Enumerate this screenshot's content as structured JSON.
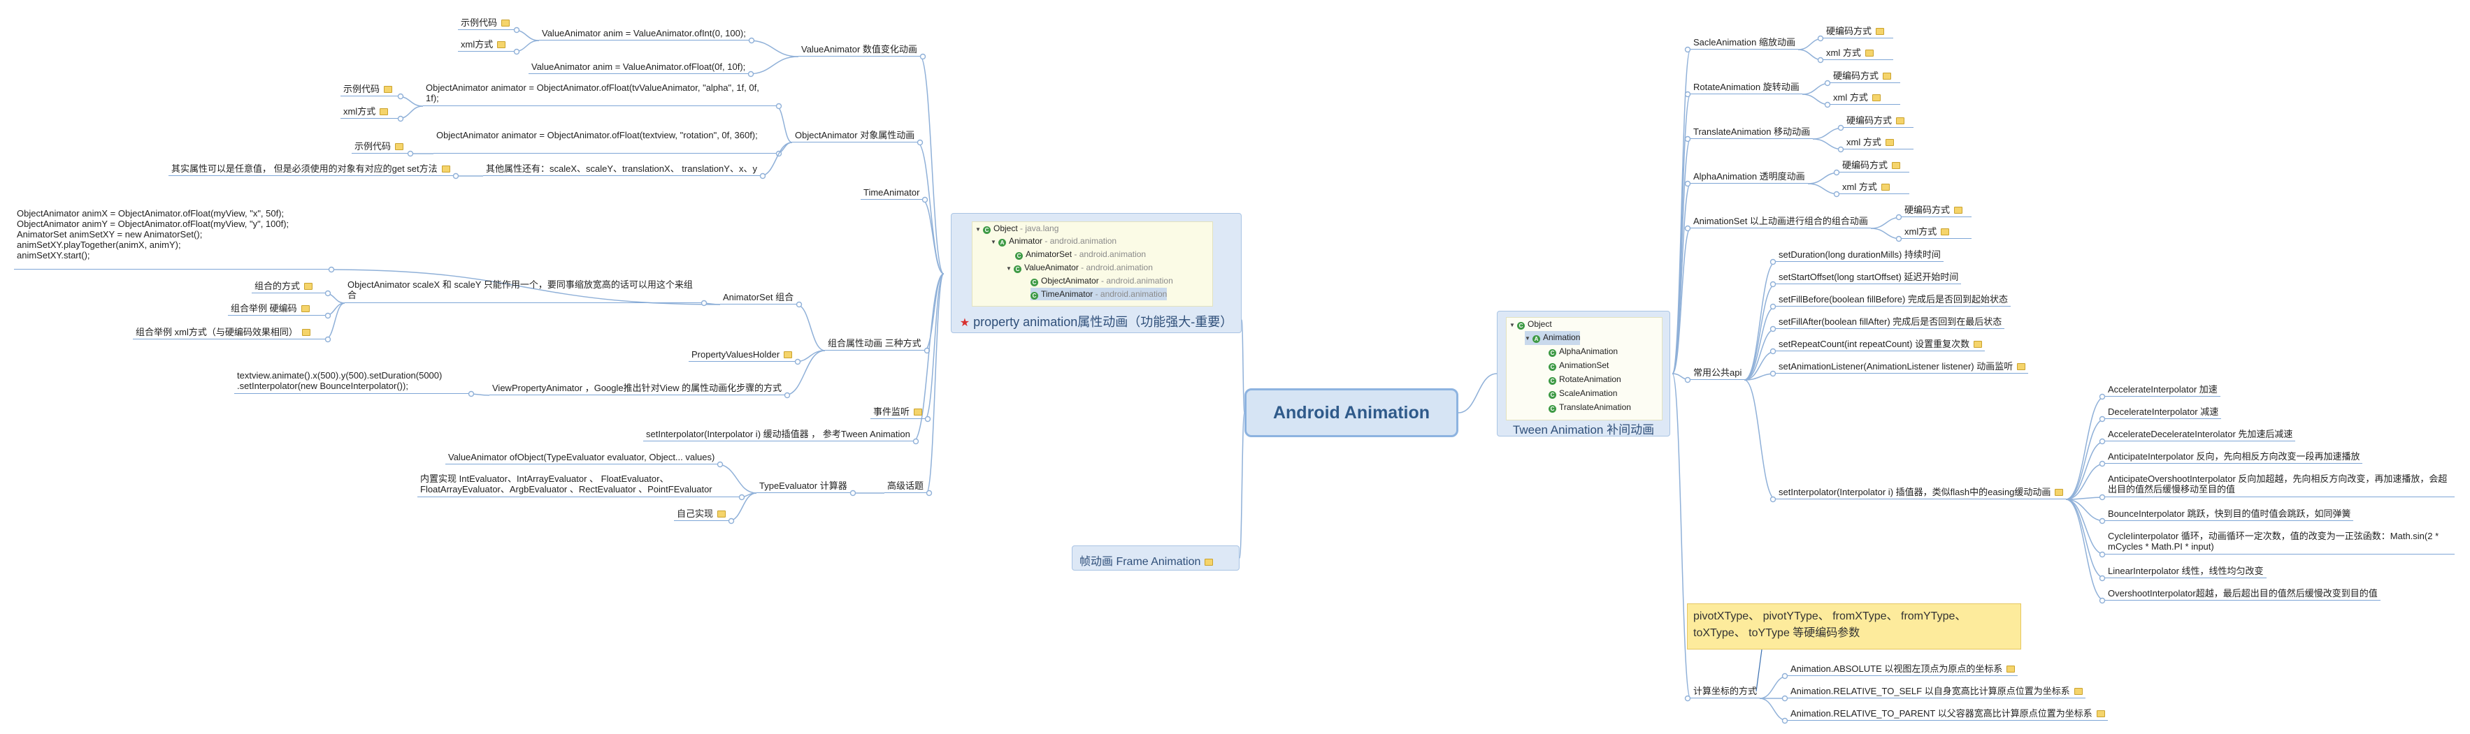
{
  "central": "Android Animation",
  "property_panel": {
    "title": "property animation属性动画（功能强大-重要）",
    "tree": [
      {
        "name": "Object",
        "pkg": " - java.lang",
        "icon": "C"
      },
      {
        "name": "Animator",
        "pkg": " - android.animation",
        "icon": "CA"
      },
      {
        "name": "AnimatorSet",
        "pkg": " - android.animation",
        "icon": "C"
      },
      {
        "name": "ValueAnimator",
        "pkg": " - android.animation",
        "icon": "C"
      },
      {
        "name": "ObjectAnimator",
        "pkg": " - android.animation",
        "icon": "C"
      },
      {
        "name": "TimeAnimator",
        "pkg": " - android.animation",
        "icon": "C"
      }
    ]
  },
  "tween_panel": {
    "title": "Tween Animation 补间动画",
    "tree": [
      "Object",
      "Animation",
      "AlphaAnimation",
      "AnimationSet",
      "RotateAnimation",
      "ScaleAnimation",
      "TranslateAnimation"
    ]
  },
  "frame": "帧动画 Frame Animation",
  "left": {
    "value_anim": "ValueAnimator 数值变化动画",
    "va_int": "ValueAnimator anim = ValueAnimator.ofInt(0, 100);",
    "va_float": "ValueAnimator anim = ValueAnimator.ofFloat(0f, 10f);",
    "sample_code": "示例代码",
    "xml_mode": "xml方式",
    "object_anim": "ObjectAnimator 对象属性动画",
    "oa_alpha": "ObjectAnimator animator = ObjectAnimator.ofFloat(tvValueAnimator, \"alpha\", 1f, 0f, 1f);",
    "oa_rotation": "ObjectAnimator animator = ObjectAnimator.ofFloat(textview, \"rotation\", 0f, 360f);",
    "oa_other": "其他属性还有：scaleX、scaleY、translationX、 translationY、x、y",
    "oa_other_note": "其实属性可以是任意值， 但是必须使用的对象有对应的get set方法",
    "time_animator": "TimeAnimator",
    "combo": "组合属性动画 三种方式",
    "combo_code": "ObjectAnimator animX = ObjectAnimator.ofFloat(myView, \"x\", 50f);\nObjectAnimator animY = ObjectAnimator.ofFloat(myView, \"y\", 100f);\nAnimatorSet animSetXY = new AnimatorSet();\nanimSetXY.playTogether(animX, animY);\nanimSetXY.start();",
    "animator_set": "AnimatorSet 组合",
    "scale_note": "ObjectAnimator scaleX 和 scaleY 只能作用一个，要同事缩放宽高的话可以用这个来组合",
    "combo_way": "组合的方式",
    "combo_ex_code": "组合举例 硬编码",
    "combo_ex_xml": "组合举例 xml方式（与硬编码效果相同）",
    "pvh": "PropertyValuesHolder",
    "vpa": "ViewPropertyAnimator  ，Google推出针对View 的属性动画化步骤的方式",
    "vpa_code": "textview.animate().x(500).y(500).setDuration(5000)\n.setInterpolator(new BounceInterpolator());",
    "event": "事件监听",
    "interp": "setInterpolator(Interpolator i) 缓动插值器 ， 参考Tween Animation",
    "advanced": "高级话题",
    "evaluator": "TypeEvaluator 计算器",
    "of_object": "ValueAnimator ofObject(TypeEvaluator evaluator, Object... values)",
    "builtin": "内置实现 IntEvaluator、IntArrayEvaluator 、 FloatEvaluator、FloatArrayEvaluator、ArgbEvaluator 、RectEvaluator 、PointFEvaluator",
    "custom": "自己实现"
  },
  "right": {
    "scale": "SacleAnimation 缩放动画",
    "rotate": "RotateAnimation 旋转动画",
    "translate": "TranslateAnimation 移动动画",
    "alpha": "AlphaAnimation 透明度动画",
    "set": "AnimationSet 以上动画进行组合的组合动画",
    "hard": "硬编码方式",
    "xml": "xml 方式",
    "xml2": "xml方式",
    "common": "常用公共api",
    "api": [
      "setDuration(long durationMills) 持续时间",
      "setStartOffset(long startOffset) 延迟开始时间",
      "setFillBefore(boolean fillBefore) 完成后是否回到起始状态",
      "setFillAfter(boolean fillAfter) 完成后是否回到在最后状态",
      "setRepeatCount(int repeatCount) 设置重复次数",
      "setAnimationListener(AnimationListener listener) 动画监听",
      "setInterpolator(Interpolator i) 插值器，类似flash中的easing缓动动画"
    ],
    "interps": [
      "AccelerateInterpolator 加速",
      "DecelerateInterpolator 减速",
      "AccelerateDecelerateInterolator  先加速后减速",
      "AnticipateInterpolator 反向，先向相反方向改变一段再加速播放",
      "AnticipateOvershootInterpolator 反向加超越，先向相反方向改变，再加速播放，会超出目的值然后缓慢移动至目的值",
      "BounceInterpolator 跳跃，快到目的值时值会跳跃，如同弹簧",
      "CycleIinterpolator 循环，动画循环一定次数，值的改变为一正弦函数：Math.sin(2 * mCycles * Math.PI * input)",
      "LinearInterpolator 线性，线性均匀改变",
      "OvershootInterpolator超越，最后超出目的值然后缓慢改变到目的值"
    ],
    "pivot_note": "pivotXType、 pivotYType、 fromXType、 fromYType、 toXType、 toYType 等硬编码参数",
    "coord": "计算坐标的方式",
    "coords": [
      "Animation.ABSOLUTE 以视图左顶点为原点的坐标系",
      "Animation.RELATIVE_TO_SELF 以自身宽高比计算原点位置为坐标系",
      "Animation.RELATIVE_TO_PARENT 以父容器宽高比计算原点位置为坐标系"
    ]
  }
}
